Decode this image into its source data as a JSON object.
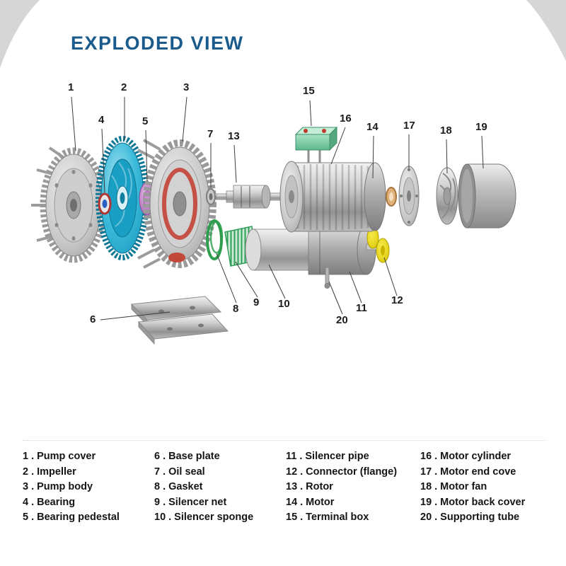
{
  "page": {
    "title": "EXPLODED VIEW"
  },
  "palette": {
    "title_blue": "#1a5b8c",
    "impeller_cyan": "#1ea4c9",
    "terminal_box_green": "#7fcfa8",
    "gasket_green": "#2f9e4f",
    "flange_yellow": "#ecd800",
    "pedestal_purple": "#a85fb0",
    "accent_red": "#c33b2e",
    "metal_gray": "#bdbdbd"
  },
  "callouts": [
    "1",
    "2",
    "3",
    "4",
    "5",
    "6",
    "7",
    "8",
    "9",
    "10",
    "11",
    "12",
    "13",
    "14",
    "15",
    "16",
    "17",
    "18",
    "19",
    "20"
  ],
  "legend": {
    "sep": ".",
    "columns": [
      {
        "items": [
          {
            "num": "1",
            "name": "Pump cover"
          },
          {
            "num": "2",
            "name": "Impeller"
          },
          {
            "num": "3",
            "name": "Pump body"
          },
          {
            "num": "4",
            "name": "Bearing"
          },
          {
            "num": "5",
            "name": "Bearing pedestal"
          }
        ]
      },
      {
        "items": [
          {
            "num": "6",
            "name": "Base plate"
          },
          {
            "num": "7",
            "name": "Oil seal"
          },
          {
            "num": "8",
            "name": "Gasket"
          },
          {
            "num": "9",
            "name": "Silencer net"
          },
          {
            "num": "10",
            "name": "Silencer sponge"
          }
        ]
      },
      {
        "items": [
          {
            "num": "11",
            "name": "Silencer pipe"
          },
          {
            "num": "12",
            "name": "Connector (flange)"
          },
          {
            "num": "13",
            "name": "Rotor"
          },
          {
            "num": "14",
            "name": "Motor"
          },
          {
            "num": "15",
            "name": "Terminal box"
          }
        ]
      },
      {
        "items": [
          {
            "num": "16",
            "name": "Motor cylinder"
          },
          {
            "num": "17",
            "name": "Motor end cove"
          },
          {
            "num": "18",
            "name": "Motor fan"
          },
          {
            "num": "19",
            "name": "Motor back cover"
          },
          {
            "num": "20",
            "name": "Supporting tube"
          }
        ]
      }
    ]
  }
}
